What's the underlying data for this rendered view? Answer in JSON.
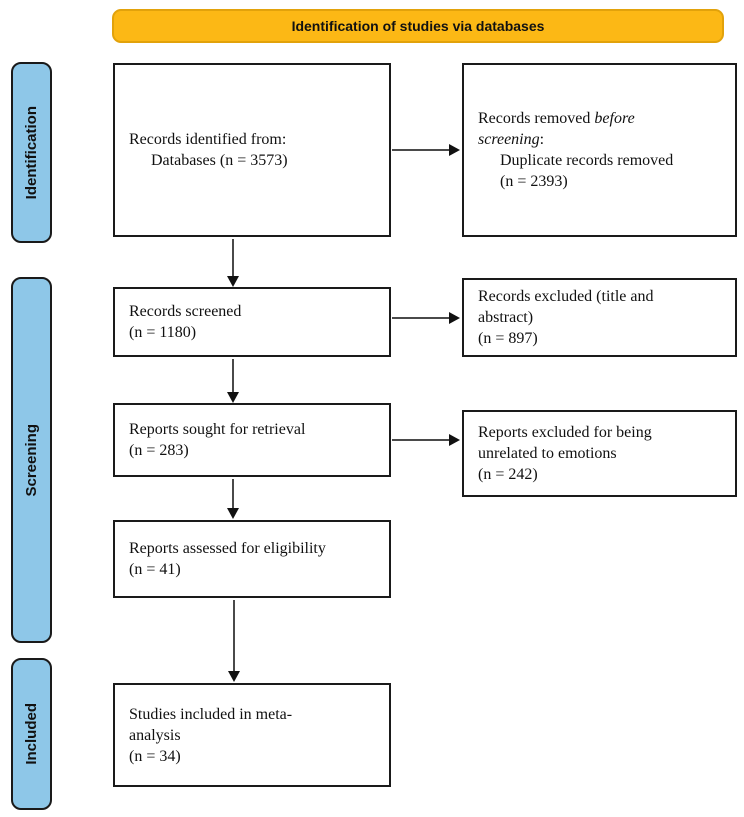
{
  "banner": {
    "label": "Identification of studies via databases",
    "bg_color": "#fcb815",
    "border_color": "#e2a20b"
  },
  "stages": {
    "identification": "Identification",
    "screening": "Screening",
    "included": "Included",
    "bg_color": "#8ec7e8"
  },
  "boxes": {
    "identified": {
      "line1": "Records identified from:",
      "line2": "Databases (n = 3573)"
    },
    "removed": {
      "l1_normal": "Records removed ",
      "l1_italic": "before",
      "l2_italic": "screening",
      "l2_colon": ":",
      "l3": "Duplicate records removed",
      "l4": "(n = 2393)"
    },
    "screened": {
      "line1": "Records screened",
      "line2": "(n = 1180)"
    },
    "excluded_title_abstract": {
      "line1": "Records excluded (title and",
      "line2": "abstract)",
      "line3": "(n = 897)"
    },
    "sought": {
      "line1": "Reports sought for retrieval",
      "line2": "(n = 283)"
    },
    "excluded_emotions": {
      "line1": "Reports excluded for being",
      "line2": "unrelated to emotions",
      "line3": "(n = 242)"
    },
    "assessed": {
      "line1": "Reports assessed for eligibility",
      "line2": "(n = 41)"
    },
    "included_meta": {
      "line1": "Studies included in meta-",
      "line2": "analysis",
      "line3": "(n = 34)"
    }
  }
}
